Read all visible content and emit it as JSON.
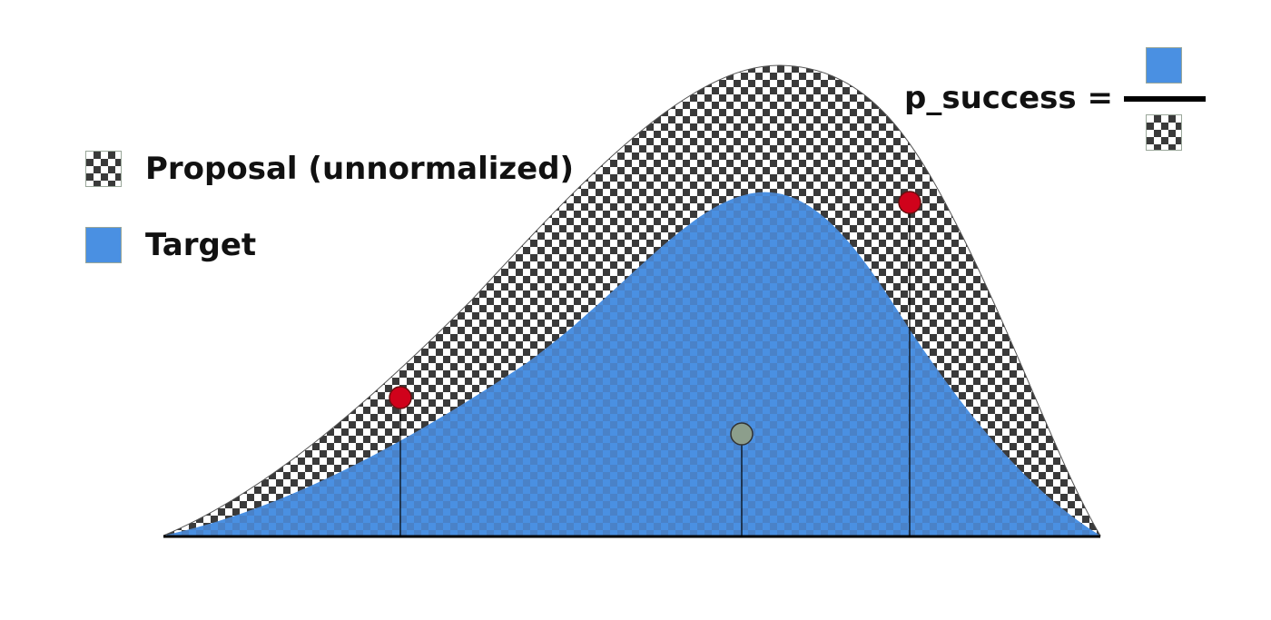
{
  "legend": {
    "proposal_label": "Proposal (unnormalized)",
    "target_label": "Target"
  },
  "formula": {
    "label": "p_success ="
  },
  "colors": {
    "target_fill": "#4a90e2",
    "checker_dark": "#3a3a3a",
    "rejected_sample": "#d0021b",
    "accepted_sample": "#8c9e8c",
    "axis": "#000000"
  },
  "diagram": {
    "samples": [
      {
        "kind": "rejected"
      },
      {
        "kind": "accepted"
      },
      {
        "kind": "rejected"
      }
    ]
  }
}
